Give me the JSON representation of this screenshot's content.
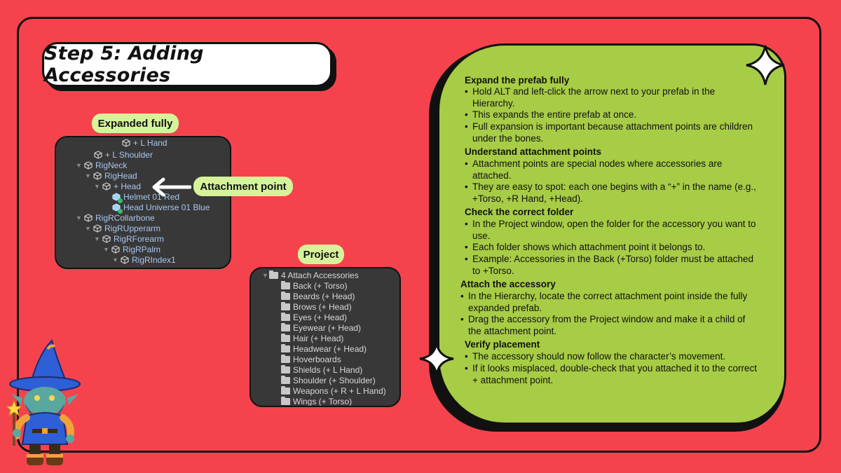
{
  "title": "Step 5: Adding Accessories",
  "labels": {
    "expanded": "Expanded fully",
    "attachment": "Attachment point",
    "project": "Project"
  },
  "hierarchy": {
    "rows": [
      {
        "text": "+ L Hand",
        "arrow": ""
      },
      {
        "text": "+ L Shoulder",
        "arrow": ""
      },
      {
        "text": "RigNeck",
        "arrow": "▼"
      },
      {
        "text": "RigHead",
        "arrow": "▼"
      },
      {
        "text": "+ Head",
        "arrow": "▼"
      },
      {
        "text": "Helmet 01 Red",
        "arrow": ""
      },
      {
        "text": "Head Universe 01 Blue",
        "arrow": ""
      },
      {
        "text": "RigRCollarbone",
        "arrow": "▼"
      },
      {
        "text": "RigRUpperarm",
        "arrow": "▼"
      },
      {
        "text": "RigRForearm",
        "arrow": "▼"
      },
      {
        "text": "RigRPalm",
        "arrow": "▼"
      },
      {
        "text": "RigRIndex1",
        "arrow": "▼"
      }
    ]
  },
  "project": {
    "root": "4 Attach Accessories",
    "folders": [
      "Back (+ Torso)",
      "Beards (+ Head)",
      "Brows (+ Head)",
      "Eyes (+ Head)",
      "Eyewear (+ Head)",
      "Hair (+ Head)",
      "Headwear (+ Head)",
      "Hoverboards",
      "Shields (+ L Hand)",
      "Shoulder (+ Shoulder)",
      "Weapons (+ R + L Hand)",
      "Wings (+ Torso)"
    ]
  },
  "instructions": [
    {
      "title": "Expand the prefab fully",
      "bullets": [
        [
          "Hold ALT and left-click the arrow next to your prefab in the",
          "Hierarchy."
        ],
        [
          "This expands the entire prefab at once."
        ],
        [
          "Full expansion is important because attachment points are children",
          "under the bones."
        ]
      ]
    },
    {
      "title": "Understand attachment points",
      "bullets": [
        [
          "Attachment points are special nodes where accessories are",
          "attached."
        ],
        [
          "They are easy to spot: each one begins with a “+” in the name (e.g.,",
          "+Torso, +R Hand, +Head)."
        ]
      ]
    },
    {
      "title": "Check the correct folder",
      "bullets": [
        [
          "In the Project window, open the folder for the accessory you want to",
          "use."
        ],
        [
          "Each folder shows which attachment point it belongs to."
        ],
        [
          "Example: Accessories in the Back (+Torso) folder must be attached",
          "to +Torso."
        ]
      ]
    },
    {
      "title": "Attach the accessory",
      "bullets": [
        [
          "In the Hierarchy, locate the correct attachment point inside the fully",
          "expanded prefab."
        ],
        [
          "Drag the accessory from the Project window and make it a child of",
          "the attachment point."
        ]
      ]
    },
    {
      "title": "Verify placement",
      "bullets": [
        [
          "The accessory should now follow the character’s movement."
        ],
        [
          "If it looks misplaced, double-check that you attached it to the correct",
          "+ attachment point."
        ]
      ]
    }
  ]
}
